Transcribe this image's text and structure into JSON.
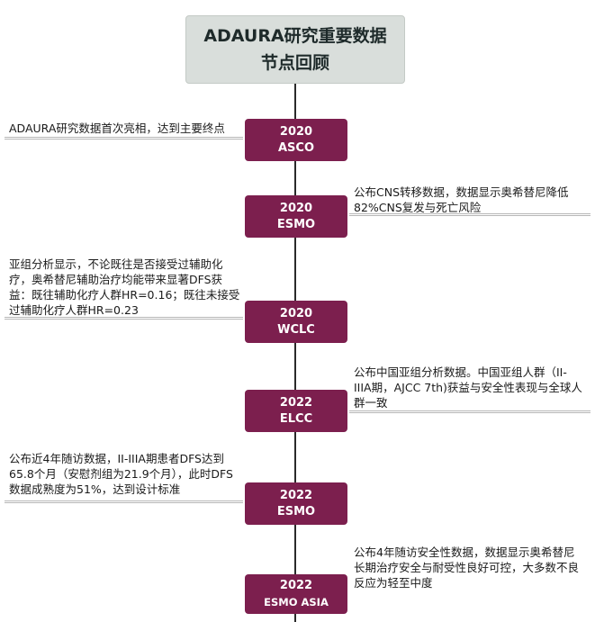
{
  "title": {
    "line1": "ADAURA研究重要数据",
    "line2": "节点回顾"
  },
  "milestones": [
    {
      "year": "2020",
      "conference": "ASCO",
      "note_lines": [
        "ADAURA研究数据首次亮相，达到主要终点"
      ]
    },
    {
      "year": "2020",
      "conference": "ESMO",
      "note_lines": [
        "公布CNS转移数据，数据显示奥希替尼降低",
        "82%CNS复发与死亡风险"
      ]
    },
    {
      "year": "2020",
      "conference": "WCLC",
      "note_lines": [
        "亚组分析显示，不论既往是否接受过辅助化",
        "疗，奥希替尼辅助治疗均能带来显著DFS获",
        "益：既往辅助化疗人群HR=0.16；既往未接受",
        "过辅助化疗人群HR=0.23"
      ]
    },
    {
      "year": "2022",
      "conference": "ELCC",
      "note_lines": [
        "公布中国亚组分析数据。中国亚组人群（II-",
        "IIIA期，AJCC 7th)获益与安全性表现与全球人",
        "群一致"
      ]
    },
    {
      "year": "2022",
      "conference": "ESMO",
      "note_lines": [
        "公布近4年随访数据，II-IIIA期患者DFS达到",
        "65.8个月（安慰剂组为21.9个月），此时DFS",
        "数据成熟度为51%，达到设计标准"
      ]
    },
    {
      "year": "2022",
      "conference": "ESMO ASIA",
      "note_lines": [
        "公布4年随访安全性数据，数据显示奥希替尼",
        "长期治疗安全与耐受性良好可控，大多数不良",
        "反应为轻至中度"
      ]
    }
  ]
}
